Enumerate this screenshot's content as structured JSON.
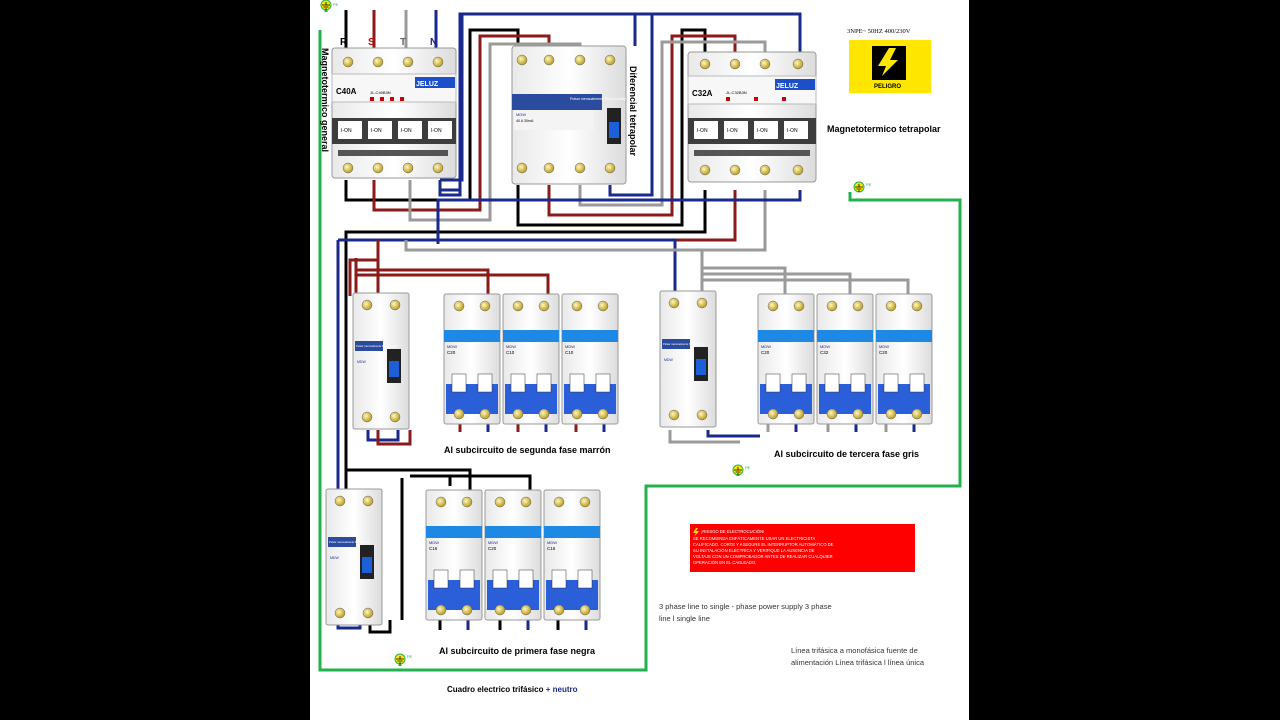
{
  "terminals": [
    "R",
    "S",
    "T",
    "N"
  ],
  "pe_label": "PE",
  "main_breaker": {
    "title": "Magnetotermico general",
    "rating": "C40A",
    "brand": "JELUZ",
    "model": "JL-C40B3N",
    "switch_labels": [
      "I-ON",
      "I-ON",
      "I-ON",
      "I-ON"
    ]
  },
  "differential": {
    "title": "Diferencial tetrapolar",
    "brand": "MDW",
    "spec": "40 A 30mA",
    "test_label": "Pulsar mensualmente Push monthly"
  },
  "four_pole": {
    "title": "Magnetotermico tetrapolar",
    "rating": "C32A",
    "brand": "JELUZ",
    "model": "JL-C32B3N",
    "switch_labels": [
      "I-ON",
      "I-ON",
      "I-ON",
      "I-ON"
    ]
  },
  "supply_spec": "3NPE~ 50HZ  400/230V",
  "danger_sign": "PELIGRO",
  "groups": {
    "segunda": {
      "label": "Al subcircuito de segunda fase marrón",
      "breakers": [
        "C20",
        "C10",
        "C10"
      ]
    },
    "tercera": {
      "label": "Al subcircuito de tercera fase gris",
      "breakers": [
        "C20",
        "C32",
        "C20"
      ]
    },
    "primera": {
      "label": "Al subcircuito de primera fase negra",
      "breakers": [
        "C16",
        "C20",
        "C16"
      ]
    }
  },
  "mini_brand": "MDW",
  "small_diff_brand": "MDW",
  "small_diff_test": "Pulsar mensualmente Push monthly",
  "warning": {
    "title": "¡RIESGO DE ELECTROCUCIÓN!",
    "body": "SE RECOMIENDA ENFÁTICAMENTE USAR UN ELECTRICISTA CALIFICADO. CORTE Y ASEGURE EL INTERRUPTOR AUTOMÁTICO DE SU INSTALACIÓN ELÉCTRICA Y VERIFIQUE LA AUSENCIA DE VOLTAJE CON UN COMPROBADOR ANTES DE REALIZAR CUALQUIER OPERACIÓN EN EL CABLEADO."
  },
  "english_note": [
    "3 phase line to single - phase power supply 3 phase",
    "line l  single line"
  ],
  "spanish_note": [
    "Línea trifásica a monofásica fuente de",
    "alimentación Línea trifásica l línea única"
  ],
  "footer_title": "Cuadro electrico trifásico",
  "footer_plus": "+",
  "footer_neutro": "neutro",
  "colors": {
    "black_wire": "#000000",
    "brown_wire": "#8b1a1a",
    "grey_wire": "#9a9a9a",
    "blue_wire": "#1a2a8c",
    "earth_wire": "#22b14c",
    "breaker_blue": "#2b5fd9",
    "warning_red": "#ff0000",
    "danger_yellow": "#ffe600"
  }
}
